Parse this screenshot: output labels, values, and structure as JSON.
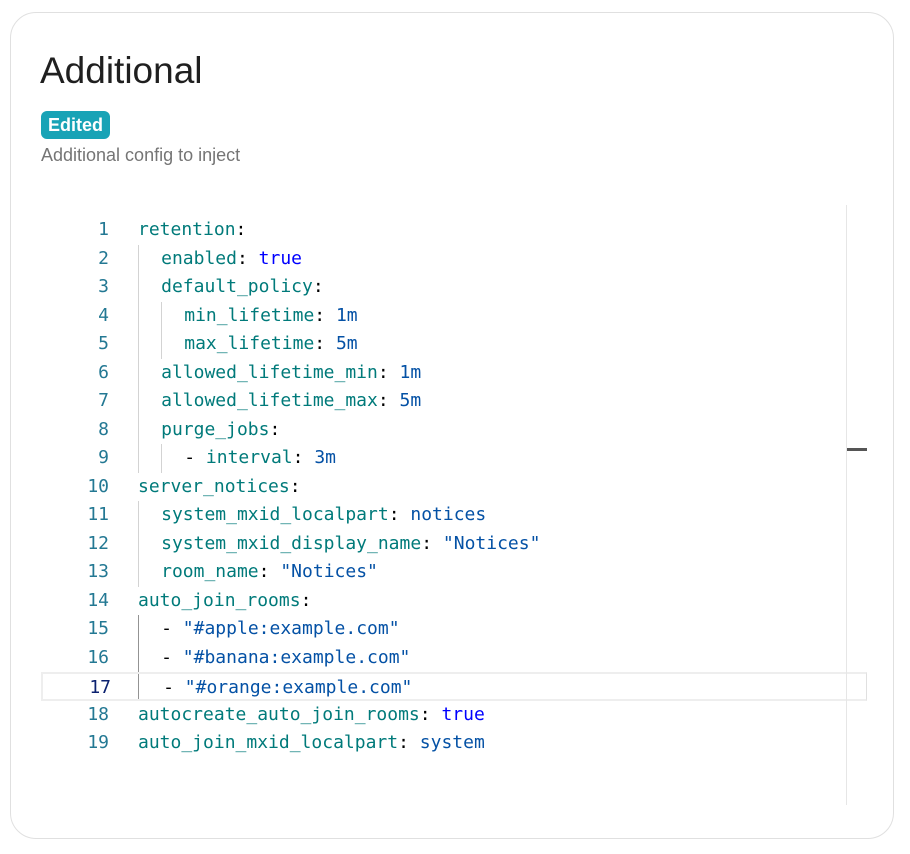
{
  "section": {
    "title": "Additional",
    "badge": "Edited",
    "description": "Additional config to inject"
  },
  "editor": {
    "current_line": 17,
    "lines": [
      {
        "num": "1",
        "indent": 0,
        "tokens": [
          {
            "t": "retention",
            "k": "key"
          },
          {
            "t": ":",
            "k": "punct"
          }
        ]
      },
      {
        "num": "2",
        "indent": 1,
        "tokens": [
          {
            "t": "enabled",
            "k": "key"
          },
          {
            "t": ": ",
            "k": "punct"
          },
          {
            "t": "true",
            "k": "bool"
          }
        ]
      },
      {
        "num": "3",
        "indent": 1,
        "tokens": [
          {
            "t": "default_policy",
            "k": "key"
          },
          {
            "t": ":",
            "k": "punct"
          }
        ]
      },
      {
        "num": "4",
        "indent": 2,
        "tokens": [
          {
            "t": "min_lifetime",
            "k": "key"
          },
          {
            "t": ": ",
            "k": "punct"
          },
          {
            "t": "1m",
            "k": "val"
          }
        ]
      },
      {
        "num": "5",
        "indent": 2,
        "tokens": [
          {
            "t": "max_lifetime",
            "k": "key"
          },
          {
            "t": ": ",
            "k": "punct"
          },
          {
            "t": "5m",
            "k": "val"
          }
        ]
      },
      {
        "num": "6",
        "indent": 1,
        "tokens": [
          {
            "t": "allowed_lifetime_min",
            "k": "key"
          },
          {
            "t": ": ",
            "k": "punct"
          },
          {
            "t": "1m",
            "k": "val"
          }
        ]
      },
      {
        "num": "7",
        "indent": 1,
        "tokens": [
          {
            "t": "allowed_lifetime_max",
            "k": "key"
          },
          {
            "t": ": ",
            "k": "punct"
          },
          {
            "t": "5m",
            "k": "val"
          }
        ]
      },
      {
        "num": "8",
        "indent": 1,
        "tokens": [
          {
            "t": "purge_jobs",
            "k": "key"
          },
          {
            "t": ":",
            "k": "punct"
          }
        ]
      },
      {
        "num": "9",
        "indent": 2,
        "tokens": [
          {
            "t": "- ",
            "k": "punct"
          },
          {
            "t": "interval",
            "k": "key"
          },
          {
            "t": ": ",
            "k": "punct"
          },
          {
            "t": "3m",
            "k": "val"
          }
        ]
      },
      {
        "num": "10",
        "indent": 0,
        "tokens": [
          {
            "t": "server_notices",
            "k": "key"
          },
          {
            "t": ":",
            "k": "punct"
          }
        ]
      },
      {
        "num": "11",
        "indent": 1,
        "tokens": [
          {
            "t": "system_mxid_localpart",
            "k": "key"
          },
          {
            "t": ": ",
            "k": "punct"
          },
          {
            "t": "notices",
            "k": "val"
          }
        ]
      },
      {
        "num": "12",
        "indent": 1,
        "tokens": [
          {
            "t": "system_mxid_display_name",
            "k": "key"
          },
          {
            "t": ": ",
            "k": "punct"
          },
          {
            "t": "\"Notices\"",
            "k": "str"
          }
        ]
      },
      {
        "num": "13",
        "indent": 1,
        "tokens": [
          {
            "t": "room_name",
            "k": "key"
          },
          {
            "t": ": ",
            "k": "punct"
          },
          {
            "t": "\"Notices\"",
            "k": "str"
          }
        ]
      },
      {
        "num": "14",
        "indent": 0,
        "tokens": [
          {
            "t": "auto_join_rooms",
            "k": "key"
          },
          {
            "t": ":",
            "k": "punct"
          }
        ]
      },
      {
        "num": "15",
        "indent": 1,
        "tokens": [
          {
            "t": "- ",
            "k": "punct"
          },
          {
            "t": "\"#apple:example.com\"",
            "k": "str"
          }
        ]
      },
      {
        "num": "16",
        "indent": 1,
        "tokens": [
          {
            "t": "- ",
            "k": "punct"
          },
          {
            "t": "\"#banana:example.com\"",
            "k": "str"
          }
        ]
      },
      {
        "num": "17",
        "indent": 1,
        "tokens": [
          {
            "t": "- ",
            "k": "punct"
          },
          {
            "t": "\"#orange:example.com\"",
            "k": "str"
          }
        ]
      },
      {
        "num": "18",
        "indent": 0,
        "tokens": [
          {
            "t": "autocreate_auto_join_rooms",
            "k": "key"
          },
          {
            "t": ": ",
            "k": "punct"
          },
          {
            "t": "true",
            "k": "bool"
          }
        ]
      },
      {
        "num": "19",
        "indent": 0,
        "tokens": [
          {
            "t": "auto_join_mxid_localpart",
            "k": "key"
          },
          {
            "t": ": ",
            "k": "punct"
          },
          {
            "t": "system",
            "k": "val"
          }
        ]
      }
    ]
  }
}
